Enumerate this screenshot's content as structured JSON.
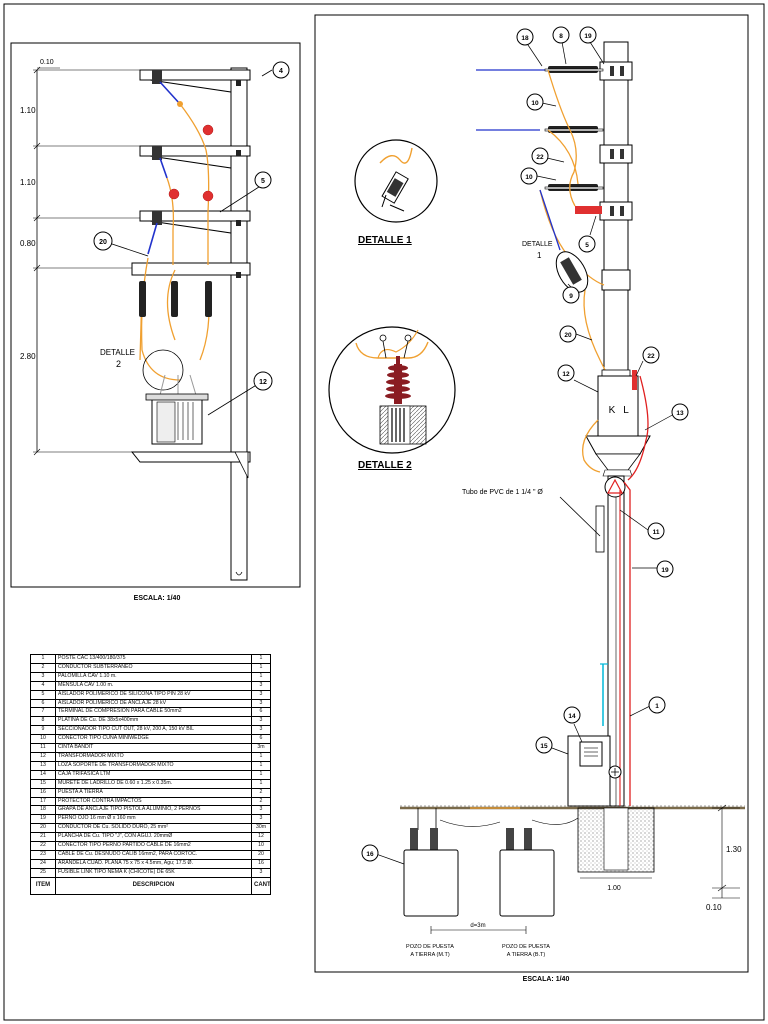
{
  "left_panel": {
    "dim_top": "0.10",
    "dims": [
      "1.10",
      "1.10",
      "0.80",
      "2.80"
    ],
    "detail_label": "DETALLE",
    "detail_num": "2",
    "callouts": [
      "4",
      "5",
      "20",
      "12"
    ],
    "scale": "ESCALA: 1/40"
  },
  "right_panel": {
    "callouts_top": [
      "18",
      "8",
      "19"
    ],
    "callouts_left": [
      "10",
      "22",
      "10"
    ],
    "detail_label": "DETALLE",
    "detail_num": "1",
    "callouts_mid": [
      "5",
      "9",
      "20",
      "12",
      "22",
      "13",
      "11",
      "19",
      "1",
      "14",
      "15",
      "16"
    ],
    "kl_labels": [
      "K",
      "L"
    ],
    "pvc_label": "Tubo de PVC de 1 1/4 \" Ø",
    "dim_130": "1.30",
    "dim_010": "0.10",
    "dim_100": "1.00",
    "dim_d3m": "d=3m",
    "pozo1": [
      "POZO DE PUESTA",
      "A TIERRA (M.T)"
    ],
    "pozo2": [
      "POZO DE PUESTA",
      "A TIERRA (B.T)"
    ],
    "scale": "ESCALA: 1/40"
  },
  "details": {
    "d1": "DETALLE 1",
    "d2": "DETALLE 2"
  },
  "bom": {
    "rows": [
      [
        "1",
        "POSTE CAC 13/400/180/375",
        "1"
      ],
      [
        "2",
        "CONDUCTOR SUBTERRANEO",
        "1"
      ],
      [
        "3",
        "PALOMILLA CAV 1.10 m.",
        "1"
      ],
      [
        "4",
        "MENSULA CAV 1.00 m.",
        "3"
      ],
      [
        "5",
        "AISLADOR POLIMERICO DE SILICONA TIPO PIN 28 kV",
        "3"
      ],
      [
        "6",
        "AISLADOR POLIMERICO DE ANCLAJE 28 kV",
        "3"
      ],
      [
        "7",
        "TERMINAL DE COMPRESION PARA CABLE 50mm2",
        "6"
      ],
      [
        "8",
        "PLATINA DE Cu. DE 38x5x400mm",
        "3"
      ],
      [
        "9",
        "SECCIONADOR TIPO CUT OUT, 28 kV, 200 A, 150 kV BIL",
        "3"
      ],
      [
        "10",
        "CONECTOR TIPO CUÑA MINIWEDGE",
        "6"
      ],
      [
        "11",
        "CINTA BANDIT",
        "3m"
      ],
      [
        "12",
        "TRANSFORMADOR MIXTO",
        "1"
      ],
      [
        "13",
        "LOZA SOPORTE DE TRANSFORMADOR MIXTO",
        "1"
      ],
      [
        "14",
        "CAJA TRIFASICA LTM",
        "1"
      ],
      [
        "15",
        "MURETE DE LADRILLO DE 0.60 x 1.25 x 0.35m.",
        "1"
      ],
      [
        "16",
        "PUESTA A TIERRA",
        "2"
      ],
      [
        "17",
        "PROTECTOR CONTRA IMPACTOS",
        "2"
      ],
      [
        "18",
        "GRAPA DE ANCLAJE TIPO PISTOLA ALUMINIO, 2 PERNOS",
        "3"
      ],
      [
        "19",
        "PERNO OJO 16 mm Ø x 160 mm",
        "3"
      ],
      [
        "20",
        "CONDUCTOR DE Cu. SOLIDO DURO, 25 mm²",
        "30m"
      ],
      [
        "21",
        "PLANCHA DE Cu. TIPO \"J\", CON AGUJ. 20mmØ",
        "12"
      ],
      [
        "22",
        "CONECTOR TIPO PERNO PARTIDO CABLE DE 16mm2",
        "10"
      ],
      [
        "23",
        "CABLE DE Cu. DESNUDO CALIB 16mm2, PARA CORTOC.",
        "20"
      ],
      [
        "24",
        "ARANDELA CUAD. PLANA 75 x 75 x 4.5mm, Agu; 17.5 Ø.",
        "16"
      ],
      [
        "25",
        "FUSIBLE LINK TIPO NEMA K (CHICOTE) DE 65K",
        "3"
      ]
    ],
    "hdr_item": "ITEM",
    "hdr_desc": "DESCRIPCION",
    "hdr_qty": "CANT."
  },
  "colors": {
    "conductor_orange": "#f0a030",
    "mv_blue": "#2233cc",
    "insulator_red": "#e03030",
    "ground_red": "#e02020",
    "cyan": "#00b8d8",
    "insulator_dark": "#8a1c22"
  }
}
